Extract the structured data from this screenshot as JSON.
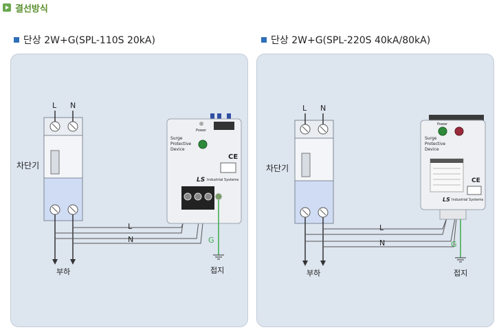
{
  "header": {
    "title": "결선방식"
  },
  "panels": [
    {
      "title": "단상 2W+G(SPL-110S 20kA)",
      "breaker_label": "차단기",
      "terminal_L": "L",
      "terminal_N": "N",
      "wire_L": "L",
      "wire_N": "N",
      "ground_wire": "G",
      "load_label": "부하",
      "ground_label": "접지",
      "device_text": [
        "Surge",
        "Protective",
        "Device"
      ],
      "power_label": "Power",
      "brand": "Industrial Systems",
      "brand_mark": "LS",
      "ce_mark": "CE"
    },
    {
      "title": "단상 2W+G(SPL-220S 40kA/80kA)",
      "breaker_label": "차단기",
      "terminal_L": "L",
      "terminal_N": "N",
      "wire_L": "L",
      "wire_N": "N",
      "ground_wire": "G",
      "load_label": "부하",
      "ground_label": "접지",
      "device_text": [
        "Surge",
        "Protective",
        "Device"
      ],
      "power_label": "Power",
      "brand": "Industrial Systems",
      "brand_mark": "LS",
      "ce_mark": "CE"
    }
  ],
  "colors": {
    "ground_wire": "#3aa84a",
    "wire": "#555555",
    "panel_bg": "#dde5ef",
    "accent": "#2f6fb8"
  }
}
